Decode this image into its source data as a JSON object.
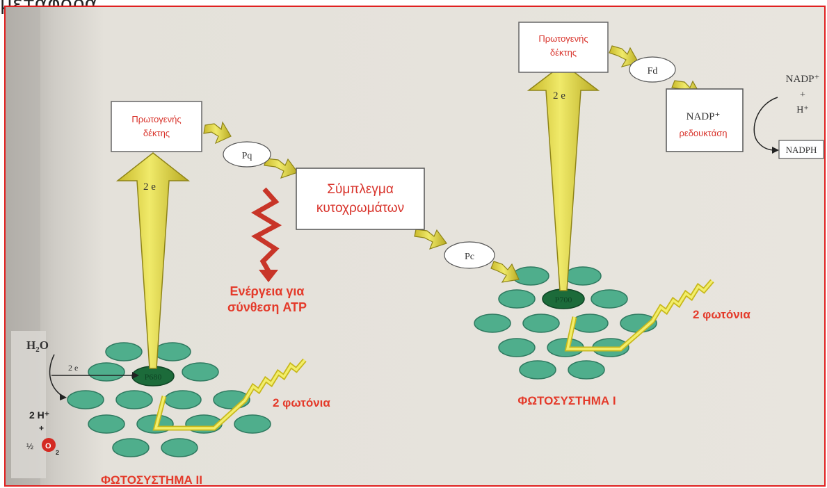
{
  "caption": "μεταφορά ...",
  "diagram": {
    "primary_acceptor_line1": "Πρωτογενής",
    "primary_acceptor_line2": "δέκτης",
    "pq": "Pq",
    "pc": "Pc",
    "fd": "Fd",
    "cytochrome_line1": "Σύμπλεγμα",
    "cytochrome_line2": "κυτοχρωμάτων",
    "energy_line1": "Ενέργεια για",
    "energy_line2": "σύνθεση ATP",
    "two_e": "2 e",
    "photons": "2 φωτόνια",
    "ps2": "ΦΩΤΟΣΥΣΤΗΜΑ II",
    "ps1": "ΦΩΤΟΣΥΣΤΗΜΑ I",
    "p680": "P680",
    "p700": "P700",
    "water_h": "H",
    "water_2": "2",
    "water_o": "O",
    "protons": "2 H⁺",
    "plus": "+",
    "half": "½",
    "oxygen_o": "O",
    "oxygen_2": "2",
    "nadp_plus": "NADP⁺",
    "h_plus": "H⁺",
    "reductase_line1": "NADP⁺",
    "reductase_line2": "ρεδουκτάση",
    "nadph": "NADPH"
  },
  "colors": {
    "background": "#e6e3dc",
    "left_strip": "#bfbcb6",
    "chlorophyll": "#4fae8c",
    "reaction_center": "#1c6b3a",
    "arrow_yellow": "#e8e04a",
    "label_red": "#e43a2a"
  }
}
